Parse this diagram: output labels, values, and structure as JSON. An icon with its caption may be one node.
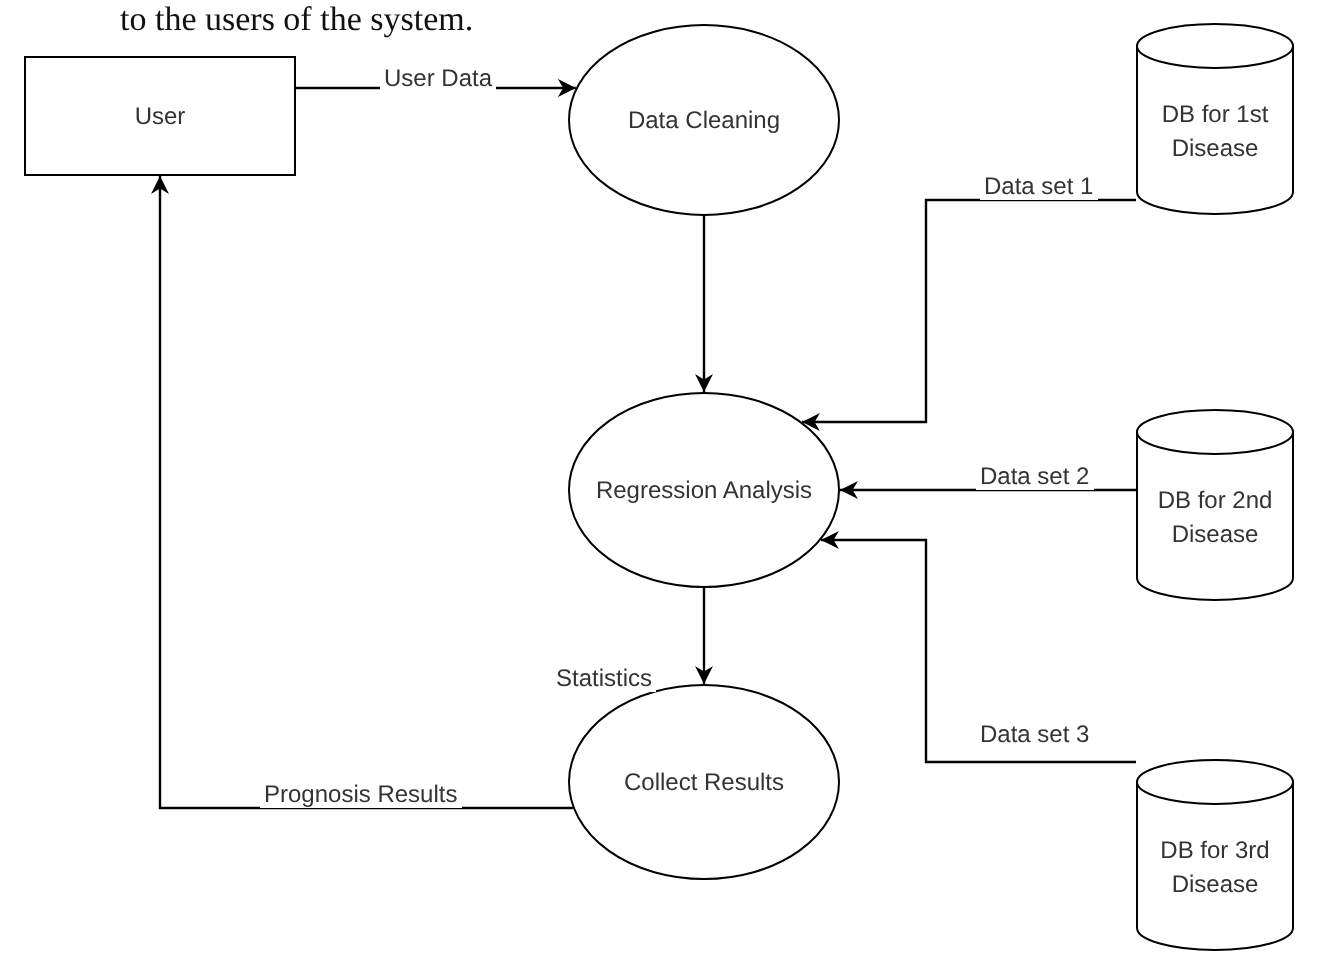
{
  "diagram": {
    "nodes": [
      {
        "text": [
          "User"
        ]
      },
      {
        "text": [
          "Data Cleaning"
        ]
      },
      {
        "text": [
          "DB for 1st Disease"
        ]
      },
      {
        "text": [
          "Regression Analysis"
        ]
      },
      {
        "text": [
          "DB for 2nd Disease"
        ]
      },
      {
        "text": [
          "Collect Results"
        ]
      },
      {
        "text": [
          "DB for 3rd Disease"
        ]
      }
    ],
    "edges": [
      {
        "from": 0,
        "to": 1,
        "arrow": "to",
        "label": "User Data"
      },
      {
        "from": 1,
        "to": 3,
        "arrow": "to"
      },
      {
        "from": 2,
        "to": 3,
        "arrow": "to",
        "label": "Data set 1"
      },
      {
        "from": 4,
        "to": 3,
        "arrow": "to",
        "label": "Data set 2"
      },
      {
        "from": 6,
        "to": 3,
        "arrow": "to",
        "label": "Data set 3"
      },
      {
        "from": 3,
        "to": 5,
        "arrow": "to",
        "label": "Statistics"
      },
      {
        "from": 5,
        "to": 0,
        "arrow": "to",
        "label": "Prognosis Results"
      }
    ],
    "labels": [
      "to the users of the system."
    ]
  }
}
